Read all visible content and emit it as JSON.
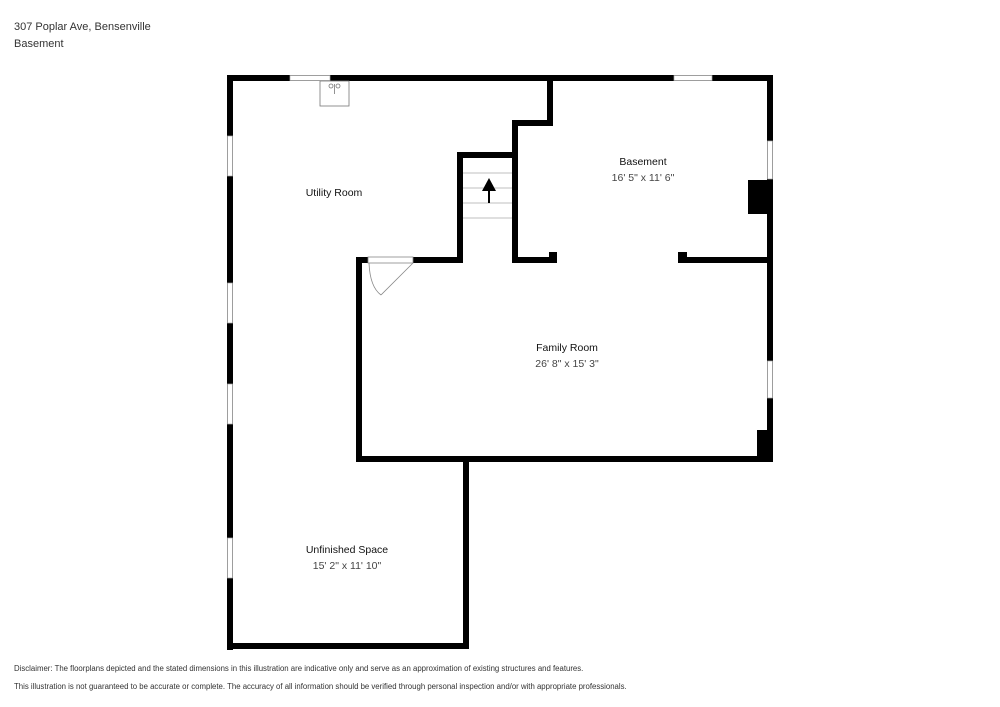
{
  "header": {
    "address": "307 Poplar Ave, Bensenville",
    "level": "Basement"
  },
  "rooms": {
    "utility": {
      "name": "Utility Room",
      "dims": ""
    },
    "basement": {
      "name": "Basement",
      "dims": "16' 5\" x 11' 6\""
    },
    "family": {
      "name": "Family Room",
      "dims": "26' 8\" x 15' 3\""
    },
    "unfinished": {
      "name": "Unfinished Space",
      "dims": "15' 2\" x 11' 10\""
    }
  },
  "icons": {
    "stairs": "stairs-up-arrow",
    "sink": "sink",
    "door": "swing-door"
  },
  "colors": {
    "wall": "#000000",
    "window": "#ffffff",
    "fixture_line": "#888888"
  },
  "disclaimer": {
    "line1": "Disclaimer: The floorplans depicted and the stated dimensions in this illustration are indicative only and serve as an approximation of existing structures and features.",
    "line2": "This illustration is not guaranteed to be accurate or complete. The accuracy of all information should be verified through personal inspection and/or with appropriate professionals."
  }
}
